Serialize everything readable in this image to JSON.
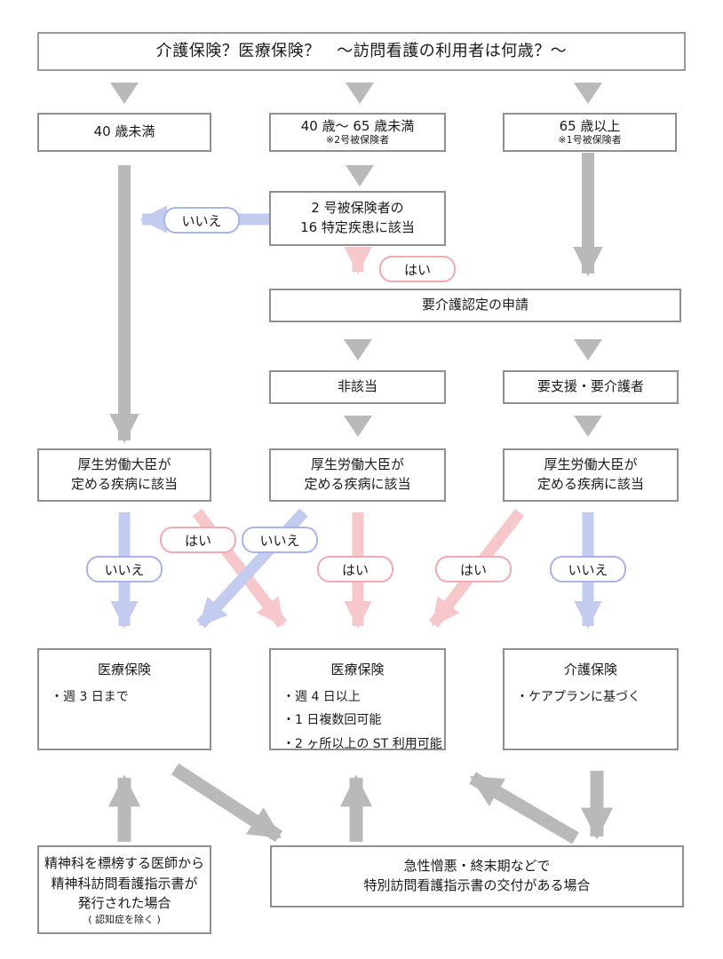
{
  "title": "介護保険？医療保険？　〜訪問看護の利用者は何歳？〜",
  "labels": {
    "yes": "はい",
    "no": "いいえ"
  },
  "colors": {
    "gray_arrow": "#b9b9b9",
    "pink_arrow": "#f6c8cc",
    "pink_border": "#f0aab1",
    "blue_arrow": "#c3cbef",
    "blue_border": "#a9b5e9",
    "box_border": "#8f8f8f"
  },
  "boxes": {
    "under40": {
      "label": "40 歳未満"
    },
    "age40to65": {
      "label": "40 歳〜 65 歳未満",
      "note": "※2号被保険者"
    },
    "over65": {
      "label": "65 歳以上",
      "note": "※1号被保険者"
    },
    "tokutei": {
      "line1": "2 号被保険者の",
      "line2": "16 特定疾患に該当"
    },
    "yokaigo_nintei": {
      "label": "要介護認定の申請"
    },
    "higaito": {
      "label": "非該当"
    },
    "yoshien": {
      "label": "要支援・要介護者"
    },
    "kosei": {
      "line1": "厚生労働大臣が",
      "line2": "定める疾病に該当"
    },
    "iryo_left": {
      "title": "医療保険",
      "bullets": [
        "・週 3 日まで"
      ]
    },
    "iryo_mid": {
      "title": "医療保険",
      "bullets": [
        "・週 4 日以上",
        "・1 日複数回可能",
        "・2 ヶ所以上の ST 利用可能"
      ]
    },
    "kaigo": {
      "title": "介護保険",
      "bullets": [
        "・ケアプランに基づく"
      ]
    },
    "seishin": {
      "line1": "精神科を標榜する医師から",
      "line2": "精神科訪問看護指示書が",
      "line3": "発行された場合",
      "note": "( 認知症を除く )"
    },
    "tokubetsu": {
      "line1": "急性憎悪・終末期などで",
      "line2": "特別訪問看護指示書の交付がある場合"
    }
  }
}
